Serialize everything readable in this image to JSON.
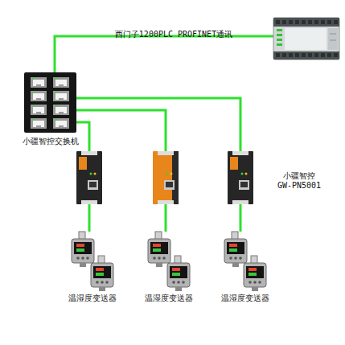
{
  "diagram": {
    "nodes": [
      {
        "text": []
      },
      {
        "text": [
          "小疆智控交换机"
        ]
      },
      {
        "text": []
      },
      {
        "text": []
      },
      {
        "text": [
          "小疆智控 GW-PN5001"
        ]
      },
      {
        "text": [
          "温湿度变送器"
        ]
      },
      {
        "text": [
          "温湿度变送器"
        ]
      },
      {
        "text": [
          "温湿度变送器"
        ]
      }
    ],
    "edges": [
      {
        "from": 0,
        "to": 1,
        "label": "西门子1200PLC PROFINET通讯",
        "arrow": "none"
      },
      {
        "from": 1,
        "to": 2,
        "arrow": "none"
      },
      {
        "from": 1,
        "to": 3,
        "arrow": "none"
      },
      {
        "from": 1,
        "to": 4,
        "arrow": "none"
      },
      {
        "from": 2,
        "to": 5,
        "arrow": "none"
      },
      {
        "from": 3,
        "to": 6,
        "arrow": "none"
      },
      {
        "from": 4,
        "to": 7,
        "arrow": "none"
      }
    ]
  }
}
